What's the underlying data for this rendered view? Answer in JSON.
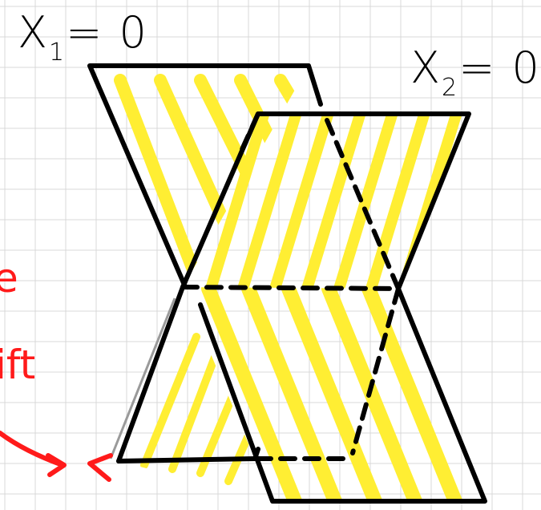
{
  "labels": {
    "x1_var": "X",
    "x1_sub": "1",
    "x1_rest": "= 0",
    "x2_var": "X",
    "x2_sub": "2",
    "x2_rest": "= 0"
  },
  "annotation": {
    "partial_word_top": "e",
    "partial_word_bottom": "ift"
  },
  "colors": {
    "background": "#ffffff",
    "grid": "#d9d9d9",
    "outline": "#000000",
    "hatch": "#ffee33",
    "annotation": "#ff1a1a"
  }
}
